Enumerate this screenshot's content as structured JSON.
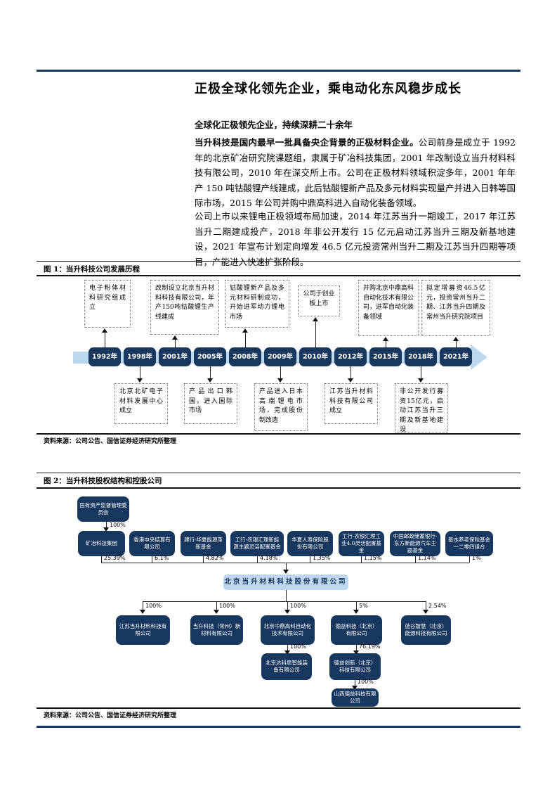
{
  "article": {
    "title": "正极全球化领先企业，乘电动化东风稳步成长",
    "subtitle": "全球化正极领先企业，持续深耕二十余年",
    "p1_bold": "当升科技是国内最早一批具备央企背景的正极材料企业。",
    "p1_rest": "公司前身是成立于 1992 年的北京矿冶研究院课题组，隶属于矿冶科技集团，2001 年改制设立当升材料科技有限公司，2010 年在深交所上市。公司在正极材料领域积淀多年，2001 年年产 150 吨钴酸锂产线建成，此后钴酸锂新产品及多元材料实现量产并进入日韩等国际市场，2015 年公司并购中鼎高科进入自动化装备领域。",
    "p2": "公司上市以来锂电正极领域布局加速，2014 年江苏当升一期竣工，2017 年江苏当升二期建成投产，2018 年非公开发行 15 亿元启动江苏当升三期及新基地建设，2021 年宣布计划定向增发 46.5 亿元投资常州当升二期及江苏当升四期等项目，产能进入快速扩张阶段。"
  },
  "figure1": {
    "heading": "图 1：当升科技公司发展历程",
    "source": "资料来源：公司公告、国信证券经济研究所整理",
    "years": [
      "1992年",
      "1998年",
      "2001年",
      "2005年",
      "2008年",
      "2009年",
      "2010年",
      "2012年",
      "2015年",
      "2018年",
      "2021年"
    ],
    "top_events": [
      {
        "year": "1992年",
        "text": "电子粉体材料研究组成立"
      },
      {
        "year": "2001年",
        "text": "改制设立北京当升材料科技有限公司，年产150吨钴酸锂生产线建成"
      },
      {
        "year": "2008年",
        "text": "钴酸锂新产品及多元材料研制成功，开始进军动力锂电市场"
      },
      {
        "year": "2010年",
        "text": "公司于创业板上市"
      },
      {
        "year": "2015年",
        "text": "并购北京中鼎高科自动化技术有限公司，进军自动化装备领域"
      },
      {
        "year": "2021年",
        "text": "拟定增募资46.5亿元，投资常州当升二期、江苏当升四期及常州当升研究院项目"
      }
    ],
    "bottom_events": [
      {
        "year": "1998年",
        "text": "北京北矿电子材料发展中心成立"
      },
      {
        "year": "2005年",
        "text": "产品出口韩国，进入国际市场"
      },
      {
        "year": "2009年",
        "text": "产品进入日本高端锂电市场，完成股份制改造"
      },
      {
        "year": "2012年",
        "text": "江苏当升材料科技有限公司成立"
      },
      {
        "year": "2018年",
        "text": "非公开发行募资15亿元，启动江苏当升三期及新基地建设"
      }
    ]
  },
  "figure2": {
    "heading": "图 2：当升科技股权结构和控股公司",
    "source": "资料来源：公司公告、国信证券经济研究所整理",
    "root": {
      "name": "国有资产监督管理委员会",
      "pct": "100%"
    },
    "company": "北京当升材料科技股份有限公司",
    "shareholders": [
      {
        "name": "矿冶科技集团",
        "pct": "25.39%"
      },
      {
        "name": "香港中央结算有限公司",
        "pct": "6.1%"
      },
      {
        "name": "建行-华夏能源革新基金",
        "pct": "4.82%"
      },
      {
        "name": "工行-农银汇理新能源主题灵活配置基金",
        "pct": "4.18%"
      },
      {
        "name": "华夏人寿保险股份有限公司",
        "pct": "1.35%"
      },
      {
        "name": "工行-农银汇理工业4.0灵活配置基金",
        "pct": "1.15%"
      },
      {
        "name": "中国邮政储蓄银行-东方新能源汽车主题基金",
        "pct": "1.14%"
      },
      {
        "name": "基本养老保险基金一二零四组合",
        "pct": "1%"
      }
    ],
    "subsidiaries": [
      {
        "name": "江苏当升材料科技有限公司",
        "pct": "100%"
      },
      {
        "name": "当升科技（常州）新材料有限公司",
        "pct": "100%"
      },
      {
        "name": "北京中鼎高科自动化技术有限公司",
        "pct": "100%"
      },
      {
        "name": "德益科技（北京）有限公司",
        "pct": "5%"
      },
      {
        "name": "蓝谷智慧（北京）能源科技有限公司",
        "pct": "2.54%"
      }
    ],
    "level3": [
      {
        "name": "北京达科思智能装备有限公司",
        "pct": "100%",
        "parent": "北京中鼎高科自动化技术有限公司"
      },
      {
        "name": "德益创新（北京）科技有限公司",
        "pct": "76.19%",
        "parent": "德益科技（北京）有限公司"
      }
    ],
    "level4": [
      {
        "name": "山西德益科技有限公司",
        "pct": "100%",
        "parent": "德益创新（北京）科技有限公司"
      }
    ]
  },
  "colors": {
    "navy": "#17375E",
    "light_blue": "#BDD7EE",
    "rule_black": "#111111"
  }
}
